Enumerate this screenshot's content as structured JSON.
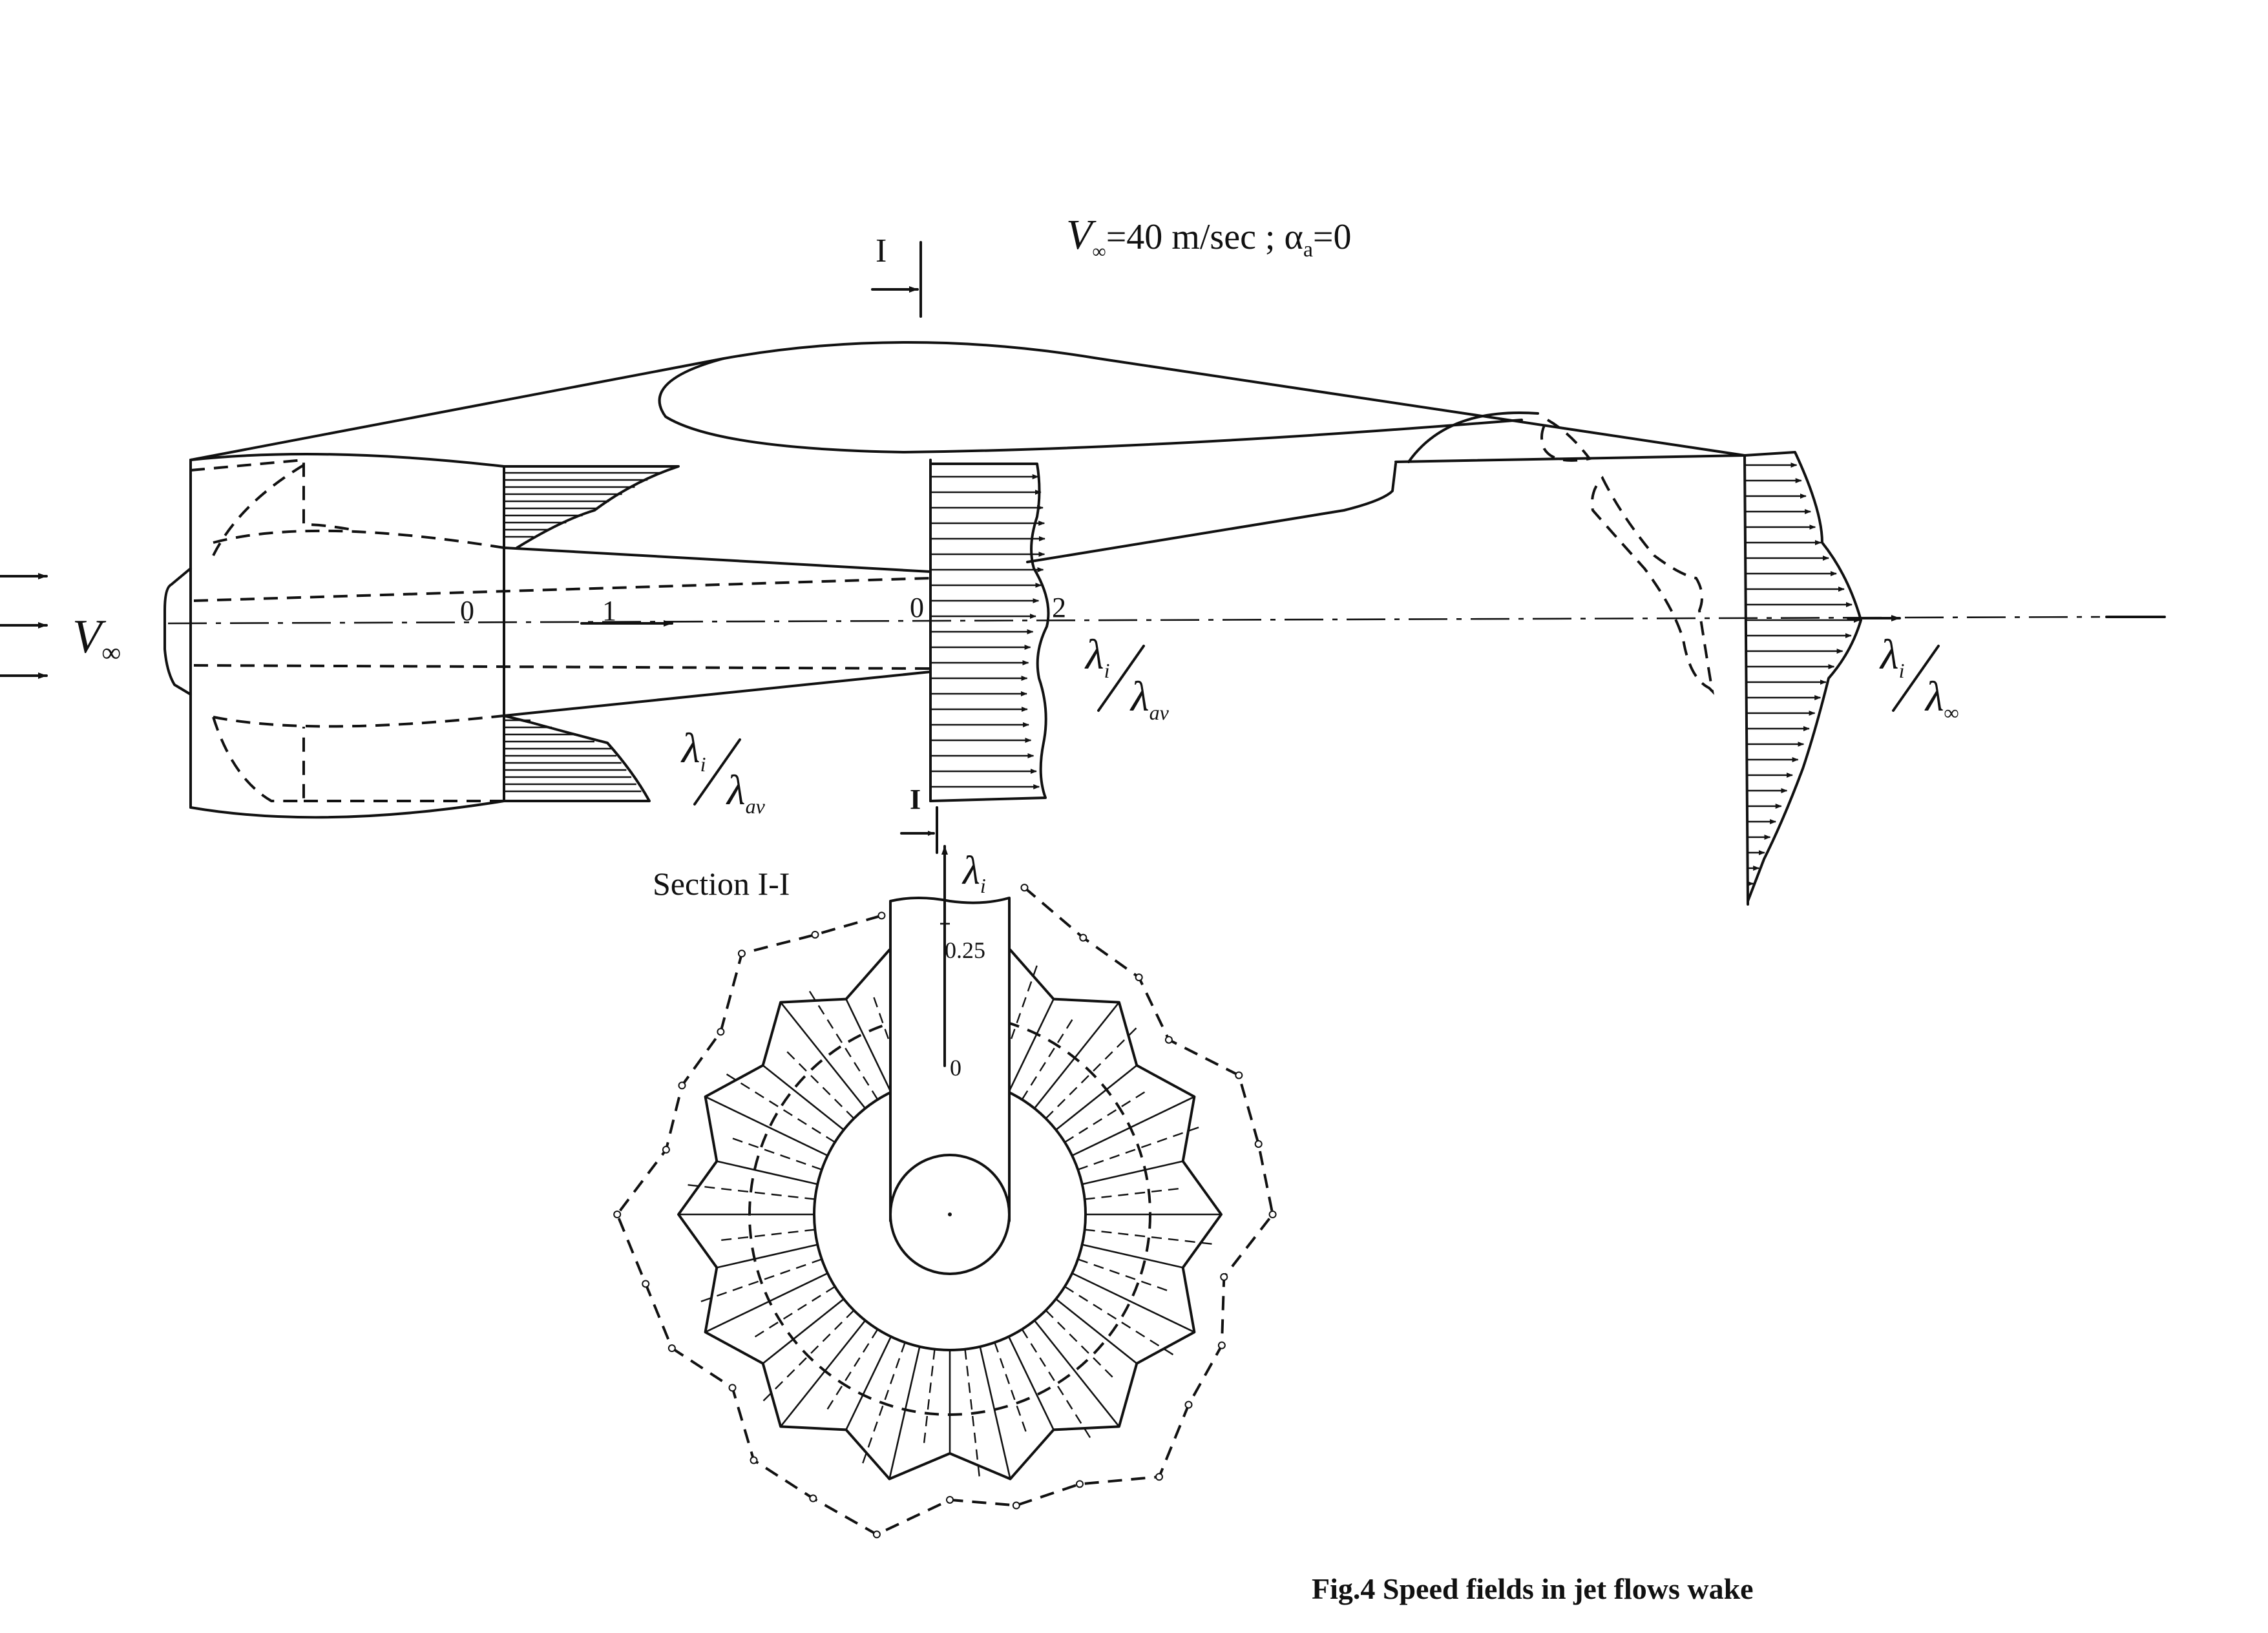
{
  "header": {
    "v_symbol": "V",
    "v_sub": "∞",
    "condition": "=40 m/sec ; α",
    "alpha_sub": "a",
    "alpha_value": "=0"
  },
  "section_marks": {
    "top": "I",
    "bottom": "I"
  },
  "inlet_label": {
    "symbol": "V",
    "sub": "∞"
  },
  "axis_marks": {
    "zero_a": "0",
    "one": "1",
    "zero_b": "0",
    "two": "2"
  },
  "ratio_labels": {
    "inlet": {
      "num": "λ",
      "num_sub": "i",
      "den": "λ",
      "den_sub": "av"
    },
    "section": {
      "num": "λ",
      "num_sub": "i",
      "den": "λ",
      "den_sub": "av"
    },
    "wake": {
      "num": "λ",
      "num_sub": "i",
      "den": "λ",
      "den_sub": "∞"
    }
  },
  "section_view": {
    "title": "Section I-I",
    "axis_symbol": "λ",
    "axis_sub": "i",
    "scale_top": "0.25",
    "scale_zero": "0"
  },
  "caption": "Fig.4 Speed fields  in jet flows wake"
}
